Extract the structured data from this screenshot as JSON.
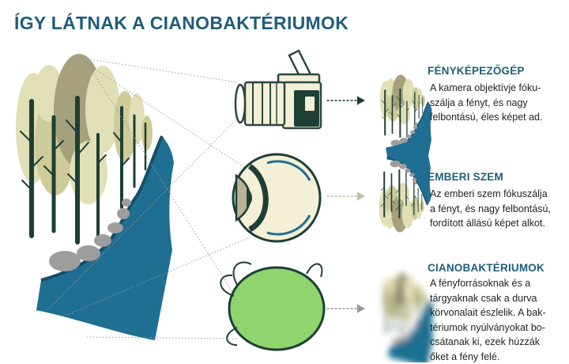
{
  "title": "ÍGY LÁTNAK A CIANOBAKTÉRIUMOK",
  "colors": {
    "title": "#1f5d78",
    "river": "#1f6f92",
    "river_dark": "#174d66",
    "trunk": "#1d3f36",
    "foliage_light": "#e1dfb6",
    "foliage_mid": "#cfcb99",
    "foliage_dark": "#a6a07d",
    "rocks": "#9d9d9d",
    "eye_fill": "#f3f0d6",
    "cell_green": "#8fd46c"
  },
  "rows": [
    {
      "heading": "FÉNYKÉPEZŐGÉP",
      "lines": [
        "A kamera objektívje fóku-",
        "szálja a fényt, és nagy",
        "felbontású, éles képet ad."
      ],
      "icon": "camera-icon"
    },
    {
      "heading": "EMBERI SZEM",
      "lines": [
        "Az emberi szem fókuszálja",
        "a fényt, és nagy felbontású,",
        "fordított állású képet alkot."
      ],
      "icon": "human-eye-icon"
    },
    {
      "heading": "CIANOBAKTÉRIUMOK",
      "lines": [
        "A fényforrásoknak és a",
        "tárgyaknak csak a durva",
        "körvonalait észlelik. A bak-",
        "tériumok nyúlványokat bo-",
        "csátanak ki, ezek húzzák",
        "őket a fény felé."
      ],
      "icon": "cyanobacterium-cell-icon"
    }
  ]
}
